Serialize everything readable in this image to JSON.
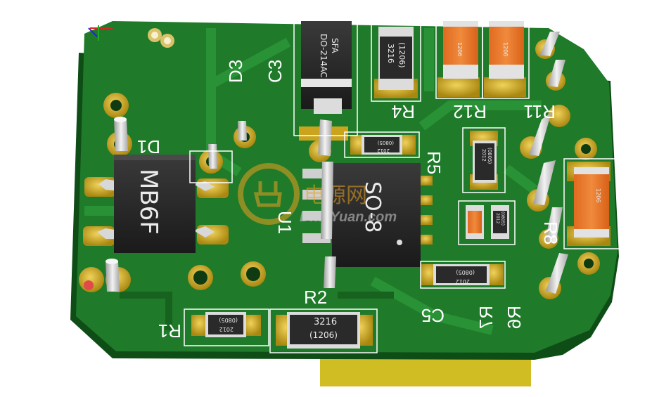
{
  "board": {
    "silkscreen": {
      "D1": "D1",
      "D3": "D3",
      "C3": "C3",
      "U1": "U1",
      "R1": "R1",
      "R2": "R2",
      "R4": "R4",
      "R5": "R5",
      "R6": "R6",
      "R7": "R7",
      "R8": "R8",
      "R11": "R11",
      "R12": "R12",
      "C5": "C5"
    },
    "bridge_marking": "MB6F",
    "ic_marking": "SO-8",
    "diode_marking_1": "SFA",
    "diode_marking_2": "DO-214AC",
    "r2_code": "3216",
    "r2_size": "(1206)",
    "c3_code": "3216",
    "c3_size": "(1206)",
    "r1_code": "2012",
    "r1_size": "(0805)",
    "r4_code": "2012",
    "r4_size": "(0805)",
    "r5_code": "2012",
    "r5_size": "(0805)",
    "c5_code": "2012",
    "c5_size": "(0805)",
    "r7_code": "2012",
    "r7_size": "(0805)",
    "cap_label": "1206",
    "watermark": {
      "cn": "电源网",
      "en": "DianYuan.com"
    }
  },
  "colors": {
    "pcb": "#1f7a2a",
    "pcb_dark": "#17621f",
    "pad_gold": "#c9a41c",
    "orange_cap": "#e8782c",
    "connector_yellow": "#d7c62a"
  }
}
